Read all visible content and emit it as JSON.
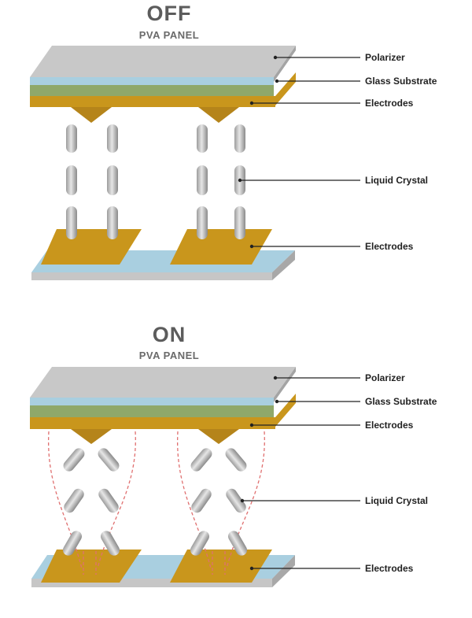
{
  "off": {
    "title": "OFF",
    "subtitle": "PVA PANEL",
    "labels": {
      "polarizer": "Polarizer",
      "glass_substrate": "Glass Substrate",
      "electrodes_top": "Electrodes",
      "liquid_crystal": "Liquid Crystal",
      "electrodes_bottom": "Electrodes"
    }
  },
  "on": {
    "title": "ON",
    "subtitle": "PVA PANEL",
    "labels": {
      "polarizer": "Polarizer",
      "glass_substrate": "Glass Substrate",
      "electrodes_top": "Electrodes",
      "liquid_crystal": "Liquid Crystal",
      "electrodes_bottom": "Electrodes"
    }
  },
  "colors": {
    "polarizer": "#c8c8c8",
    "glass": "#a9cfe0",
    "electrode": "#c9961c",
    "crystal": "#c7c7c7",
    "field_line": "#e07070"
  }
}
